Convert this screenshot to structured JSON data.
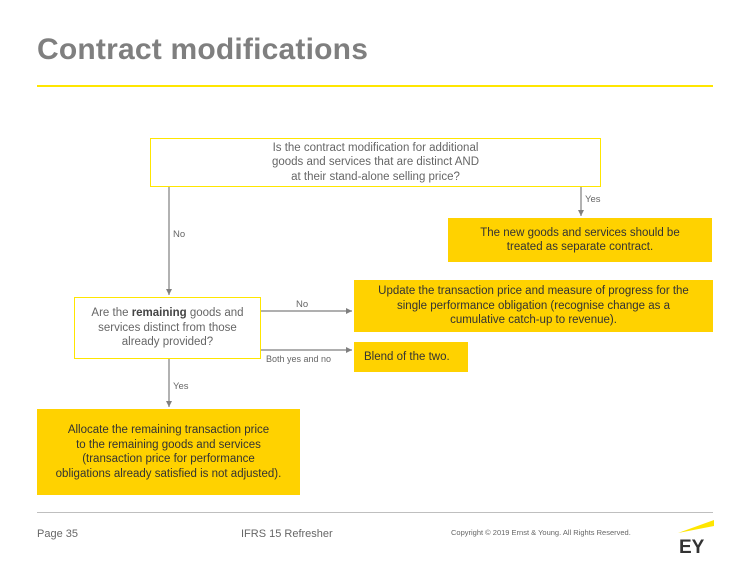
{
  "page": {
    "title": "Contract modifications"
  },
  "flowchart": {
    "question_1": {
      "lines": [
        "Is the contract modification for additional",
        "goods and services that are distinct AND",
        "at their stand-alone selling price?"
      ]
    },
    "outcome_separate": {
      "lines": [
        "The new goods and services should be",
        "treated as separate contract."
      ]
    },
    "question_2": {
      "prefix": "Are the ",
      "bold": "remaining",
      "suffix": " goods and",
      "line_2": "services distinct from those",
      "line_3": "already provided?"
    },
    "outcome_update": {
      "lines": [
        "Update the transaction price and measure of progress for the",
        "single performance obligation (recognise change as a",
        "cumulative catch-up to revenue)."
      ]
    },
    "outcome_blend": {
      "text": "Blend of the two."
    },
    "outcome_allocate": {
      "lines": [
        "Allocate the remaining transaction price",
        "to the remaining goods and services",
        "(transaction price for performance",
        "obligations already satisfied is not adjusted)."
      ]
    },
    "labels": {
      "yes_1": "Yes",
      "no_1": "No",
      "no_2": "No",
      "both": "Both yes and no",
      "yes_2": "Yes"
    }
  },
  "footer": {
    "page": "Page 35",
    "course": "IFRS 15 Refresher",
    "copyright": "Copyright © 2019 Ernst & Young. All Rights Reserved."
  },
  "logo": {
    "text": "EY"
  },
  "colors": {
    "accent": "#ffe600",
    "box_fill": "#ffd200",
    "title": "#7f7f7f",
    "connector": "#7f7f7f"
  }
}
